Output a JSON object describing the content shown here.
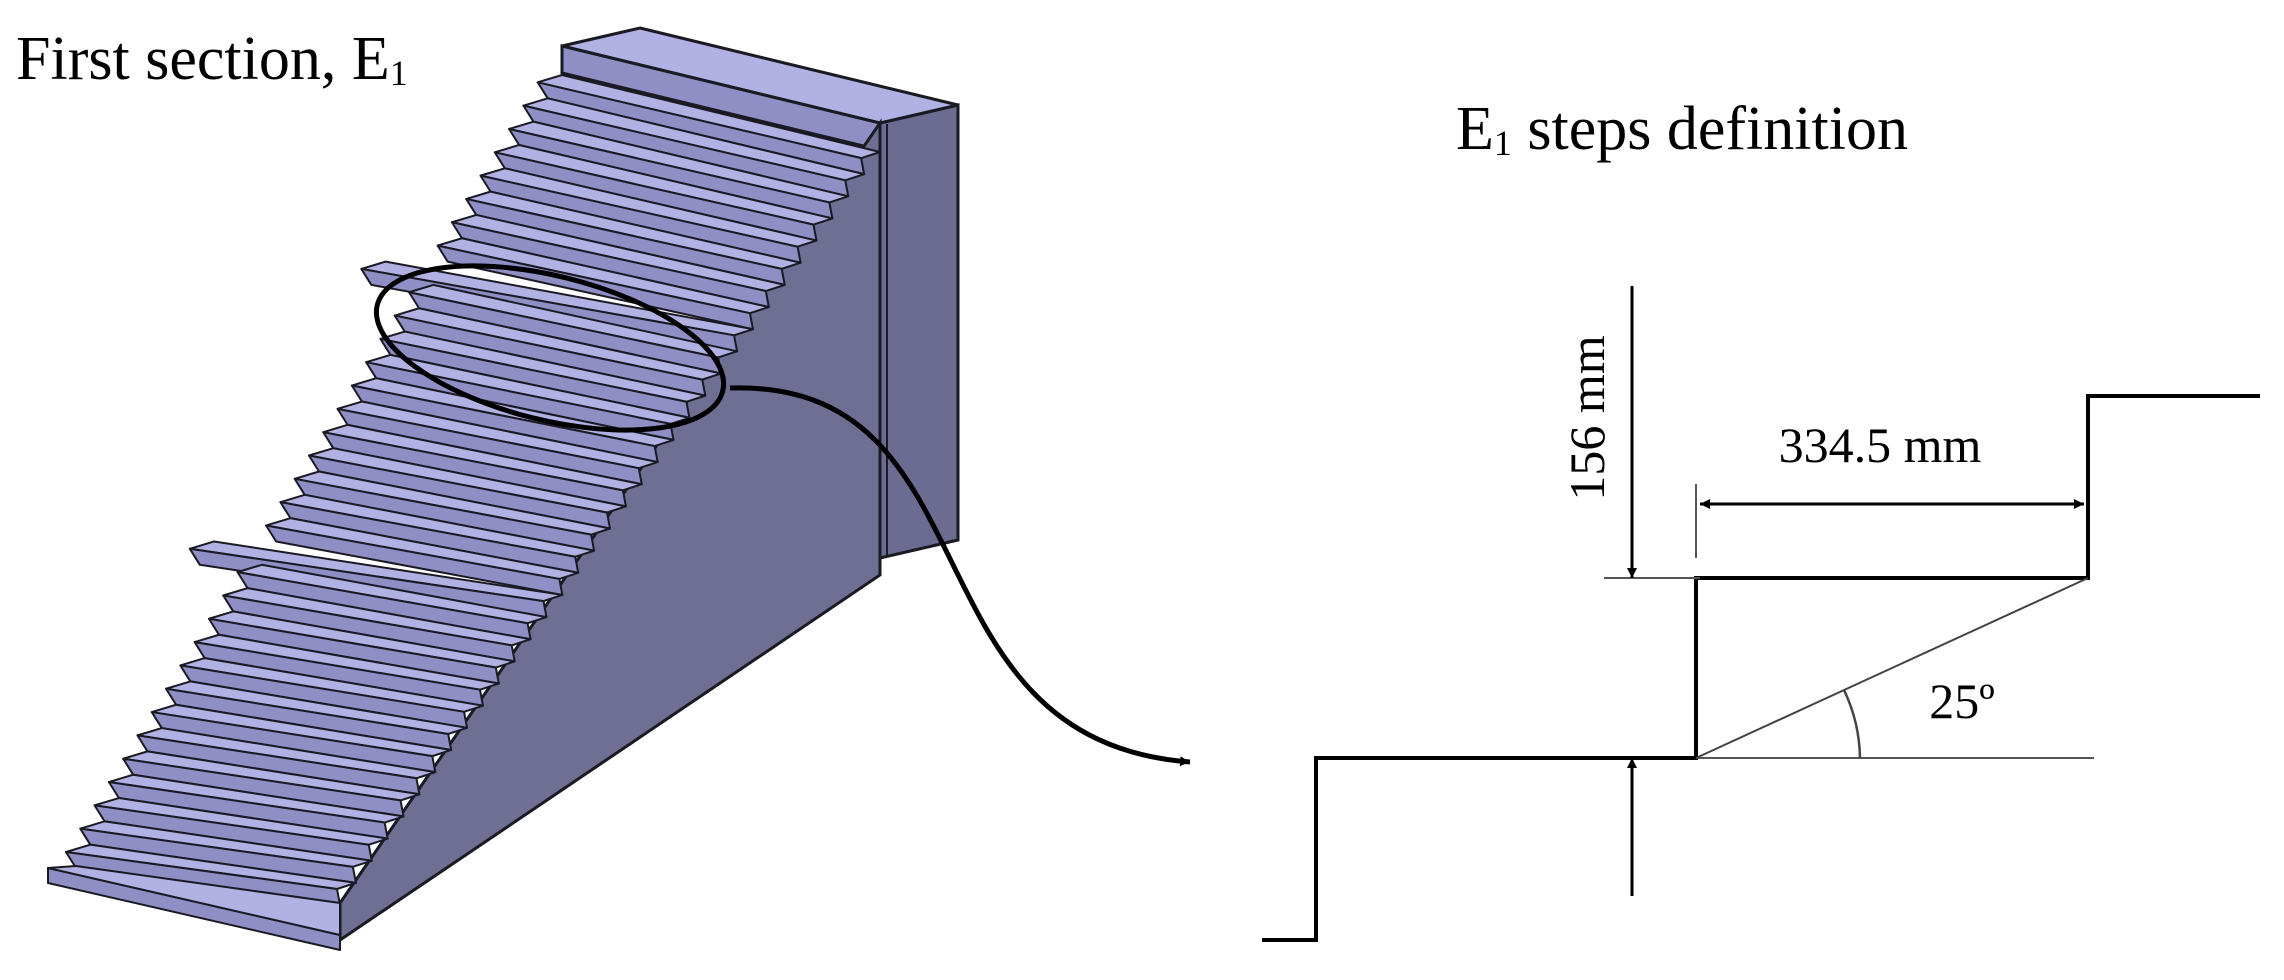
{
  "left_panel": {
    "title_main": "First section, E",
    "title_sub": "1"
  },
  "right_panel": {
    "title_main": "E",
    "title_sub": "1",
    "title_rest": " steps definition",
    "rise_label": "156 mm",
    "tread_label": "334.5 mm",
    "angle_label": "25º"
  },
  "colors": {
    "tread": "#b2b1e4",
    "riser": "#8f8ec5",
    "side": "#6f6e93",
    "edge": "#1a1a22",
    "line": "#000000"
  }
}
